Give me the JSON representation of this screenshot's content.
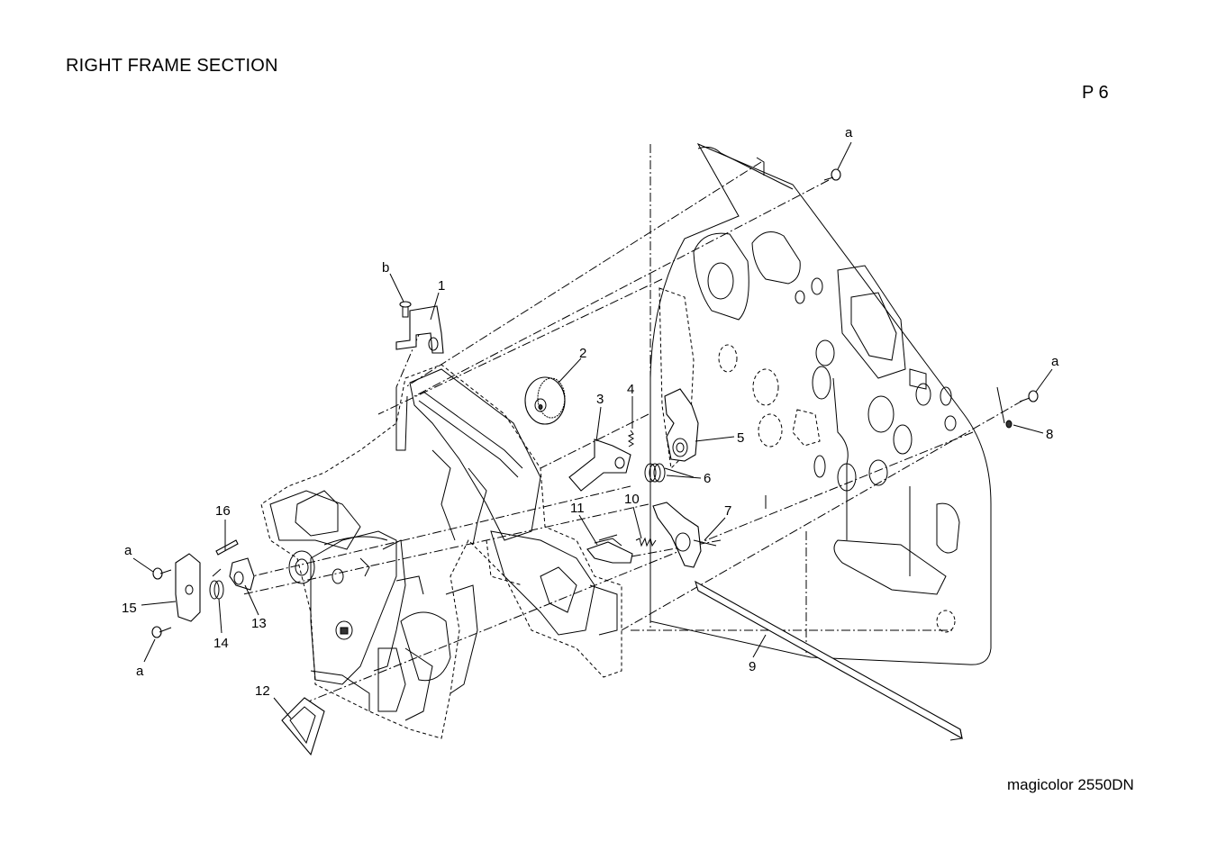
{
  "header": {
    "title": "RIGHT FRAME SECTION",
    "page": "P 6"
  },
  "footer": {
    "model": "magicolor 2550DN"
  },
  "callouts": {
    "c1": "1",
    "c2": "2",
    "c3": "3",
    "c4": "4",
    "c5": "5",
    "c6": "6",
    "c7": "7",
    "c8": "8",
    "c9": "9",
    "c10": "10",
    "c11": "11",
    "c12": "12",
    "c13": "13",
    "c14": "14",
    "c15": "15",
    "c16": "16",
    "ra_top": "a",
    "ra_right": "a",
    "ra_left": "a",
    "ra_bottom": "a",
    "rb": "b"
  }
}
